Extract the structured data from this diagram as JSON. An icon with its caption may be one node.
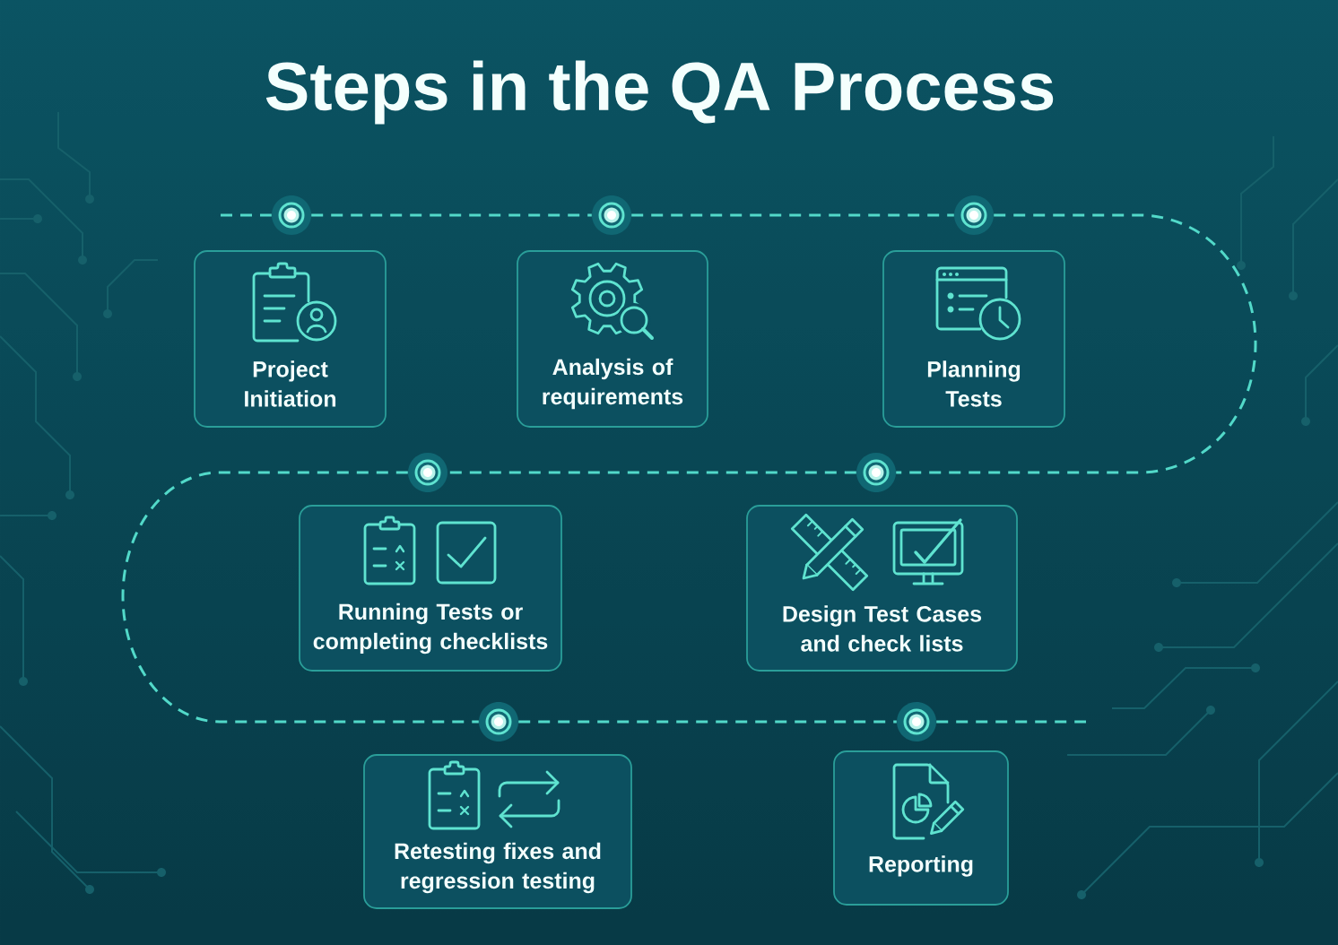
{
  "diagram": {
    "title": "Steps in the QA Process",
    "nodes": [
      {
        "text": [],
        "shape": "circle"
      },
      {
        "text": [
          "Project Initiation"
        ]
      },
      {
        "text": [],
        "shape": "circle"
      },
      {
        "text": [
          "Analysis of requirements"
        ]
      },
      {
        "text": [],
        "shape": "circle"
      },
      {
        "text": [
          "Planning Tests"
        ]
      },
      {
        "text": [],
        "shape": "circle"
      },
      {
        "text": [
          "Running Tests or completing checklists"
        ]
      },
      {
        "text": [],
        "shape": "circle"
      },
      {
        "text": [
          "Design Test Cases and check lists"
        ]
      },
      {
        "text": [],
        "shape": "circle"
      },
      {
        "text": [
          "Retesting fixes and regression testing"
        ]
      },
      {
        "text": [],
        "shape": "circle"
      },
      {
        "text": [
          "Reporting"
        ]
      }
    ],
    "edges": [
      {
        "from": null,
        "to": 0,
        "arrow": "none",
        "style": "dashed"
      },
      {
        "from": 0,
        "to": 2,
        "arrow": "none",
        "style": "dashed"
      },
      {
        "from": 2,
        "to": 4,
        "arrow": "none",
        "style": "dashed"
      },
      {
        "from": 4,
        "to": 8,
        "arrow": "none",
        "style": "dashed"
      },
      {
        "from": 8,
        "to": 6,
        "arrow": "none",
        "style": "dashed"
      },
      {
        "from": 6,
        "to": 10,
        "arrow": "none",
        "style": "dashed"
      },
      {
        "from": 10,
        "to": 12,
        "arrow": "none",
        "style": "dashed"
      },
      {
        "from": 12,
        "to": null,
        "arrow": "none",
        "style": "dashed"
      }
    ]
  }
}
